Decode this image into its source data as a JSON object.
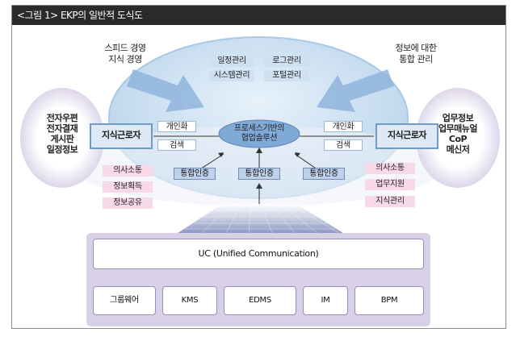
{
  "title": "<그림 1> EKP의 일반적 도식도",
  "top_left_label": [
    "스피드 경영",
    "지식 경영"
  ],
  "top_right_label": [
    "정보에 대한",
    "통합 관리"
  ],
  "cloud_items": [
    "일정관리",
    "로그관리",
    "시스템관리",
    "포털관리"
  ],
  "center_bus": [
    "프로세스기반의",
    "협업솔루션"
  ],
  "left_worker": "지식근로자",
  "right_worker": "지식근로자",
  "left_circle": [
    "전자우편",
    "전자결재",
    "게시판",
    "일정정보"
  ],
  "right_circle": [
    "업무정보",
    "업무매뉴얼",
    "CoP",
    "메신저"
  ],
  "left_tags": [
    "개인화",
    "검색"
  ],
  "right_tags": [
    "개인화",
    "검색"
  ],
  "auth_labels": [
    "통합인증",
    "통합인증",
    "통합인증"
  ],
  "left_pink": [
    "의사소통",
    "정보획득",
    "정보공유"
  ],
  "right_pink": [
    "의사소통",
    "업무지원",
    "지식관리"
  ],
  "uc_label": "UC (Unified Communication)",
  "systems": [
    "그룹웨어",
    "KMS",
    "EDMS",
    "IM",
    "BPM"
  ],
  "colors": {
    "title_bar": "#2a2a2a",
    "cloud": "#cfe3f3",
    "arrow": "#8fb4dc",
    "worker_box": "#dfe9f5",
    "pink_tag": "#f7d9e8",
    "platform": "#d8d0e6"
  }
}
